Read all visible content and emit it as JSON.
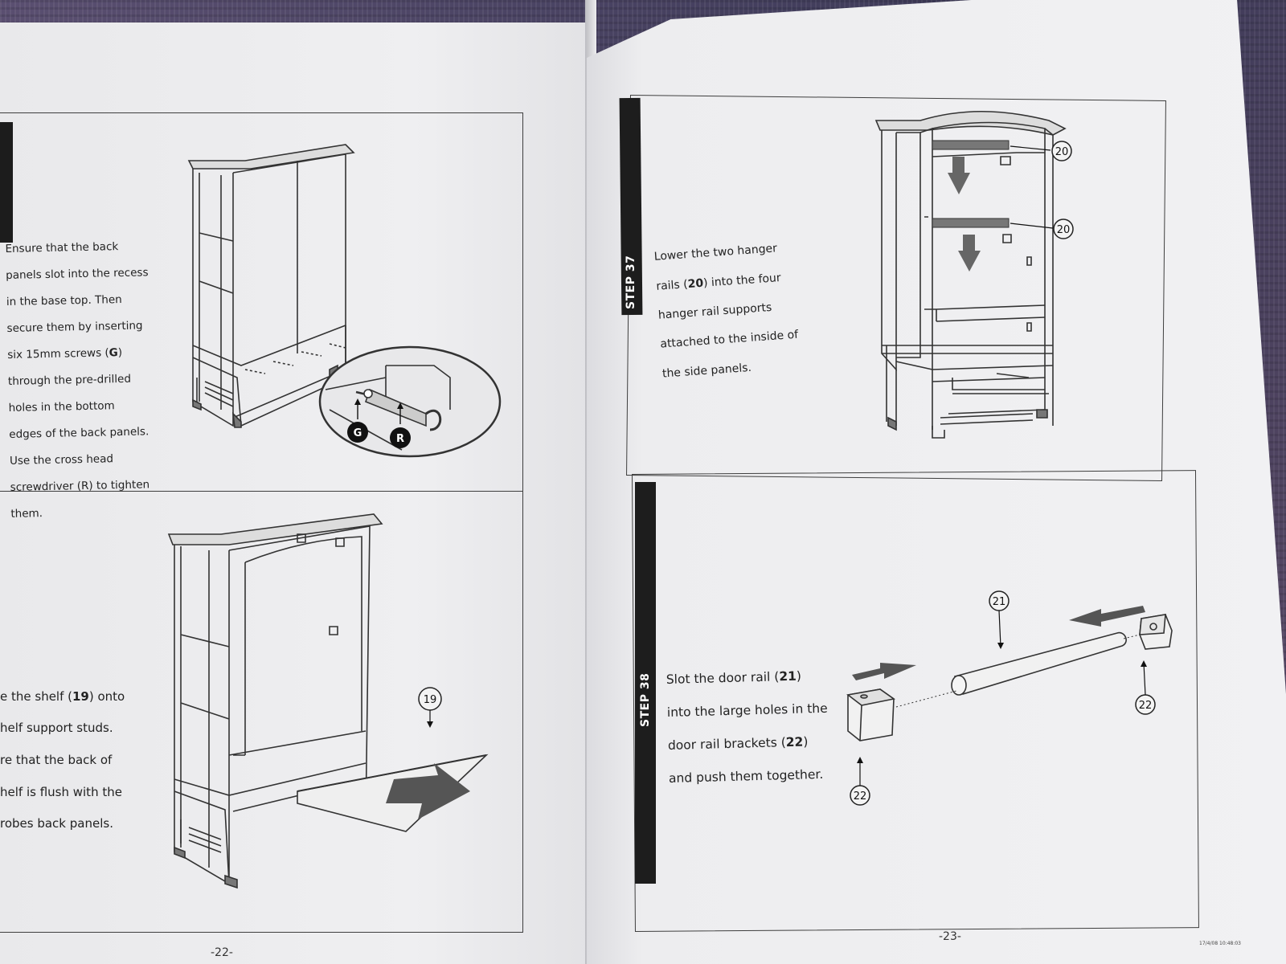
{
  "left_page": {
    "step_36_instruction": {
      "lines": [
        "Ensure that the back",
        "panels slot into the recess",
        "in the base top. Then",
        "secure them by inserting",
        "six 15mm screws (G)",
        "through the pre-drilled",
        "holes in the bottom",
        "edges of the back panels.",
        "Use the cross head",
        "screwdriver (R) to tighten",
        "them."
      ],
      "badge_g": "G",
      "badge_r": "R"
    },
    "shelf_instruction": {
      "lines": [
        "e the shelf (19) onto",
        "helf support studs.",
        "re that the back of",
        "helf is flush with the",
        "robes back panels."
      ],
      "callout_19": "19"
    },
    "page_number": "-22-"
  },
  "right_page": {
    "step_37": {
      "label": "STEP 37",
      "lines": [
        "Lower the two hanger",
        "rails (20) into the four",
        "hanger rail supports",
        "attached to the inside of",
        "the side panels."
      ],
      "callout_top": "20",
      "callout_bottom": "20"
    },
    "step_38": {
      "label": "STEP 38",
      "lines": [
        "Slot the door rail (21)",
        "into the large holes in the",
        "door rail brackets (22)",
        "and push them together."
      ],
      "callout_rail": "21",
      "callout_bracket_left": "22",
      "callout_bracket_right": "22"
    },
    "page_number": "-23-",
    "timestamp": "17/4/08   10:48:03"
  }
}
